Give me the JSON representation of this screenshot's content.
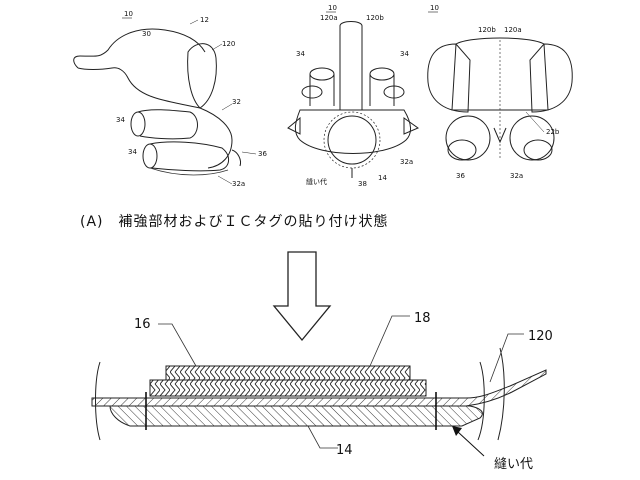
{
  "figures": {
    "side": {
      "number": "10",
      "refs": [
        "12",
        "30",
        "120",
        "32",
        "34",
        "34",
        "36",
        "32a"
      ]
    },
    "front": {
      "number": "10",
      "refs": [
        "120a",
        "120b",
        "34",
        "34",
        "32a",
        "14",
        "38"
      ],
      "seam_note": "縫い代"
    },
    "back": {
      "number": "10",
      "refs": [
        "120a",
        "120b",
        "22b",
        "36",
        "32a"
      ]
    }
  },
  "caption": "(A)　補強部材およびＩＣタグの貼り付け状態",
  "section": {
    "refs": {
      "r16": "16",
      "r18": "18",
      "r120": "120",
      "r14": "14"
    },
    "seam_label": "縫い代"
  }
}
